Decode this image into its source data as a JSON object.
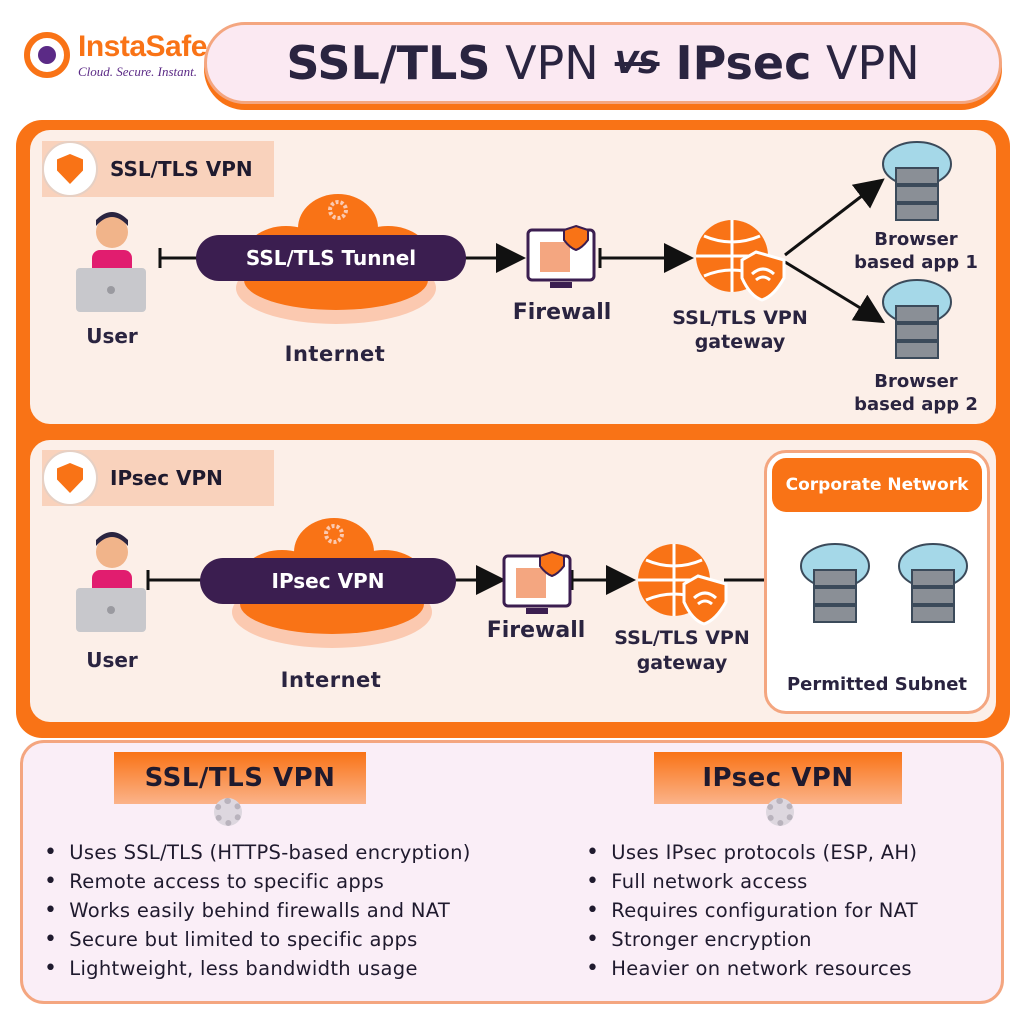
{
  "brand": {
    "name": "InstaSafe",
    "tagline": "Cloud. Secure. Instant."
  },
  "title": {
    "left": "SSL/TLS",
    "left_suffix": "VPN",
    "vs": "VS",
    "right": "IPsec",
    "right_suffix": "VPN"
  },
  "ssl_section": {
    "tag": "SSL/TLS VPN",
    "user_label": "User",
    "tunnel_label": "SSL/TLS Tunnel",
    "cloud_label": "Internet",
    "firewall_label": "Firewall",
    "gateway_label_1": "SSL/TLS VPN",
    "gateway_label_2": "gateway",
    "app1_line1": "Browser",
    "app1_line2": "based app 1",
    "app2_line1": "Browser",
    "app2_line2": "based app 2"
  },
  "ipsec_section": {
    "tag": "IPsec VPN",
    "user_label": "User",
    "tunnel_label": "IPsec VPN",
    "cloud_label": "Internet",
    "firewall_label": "Firewall",
    "gateway_label_1": "SSL/TLS VPN",
    "gateway_label_2": "gateway",
    "corp_title": "Corporate Network",
    "subnet_label": "Permitted Subnet"
  },
  "comparison": {
    "ssl": {
      "heading": "SSL/TLS VPN",
      "points": [
        "Uses SSL/TLS (HTTPS-based encryption)",
        "Remote access to specific apps",
        "Works easily behind firewalls and NAT",
        "Secure but limited to specific apps",
        "Lightweight, less bandwidth usage"
      ]
    },
    "ipsec": {
      "heading": "IPsec VPN",
      "points": [
        "Uses IPsec protocols (ESP, AH)",
        "Full network access",
        "Requires configuration for NAT",
        "Stronger encryption",
        "Heavier on network resources"
      ]
    }
  },
  "colors": {
    "accent": "#f97316",
    "dark": "#3b1e50",
    "panel": "#fcefe8"
  }
}
